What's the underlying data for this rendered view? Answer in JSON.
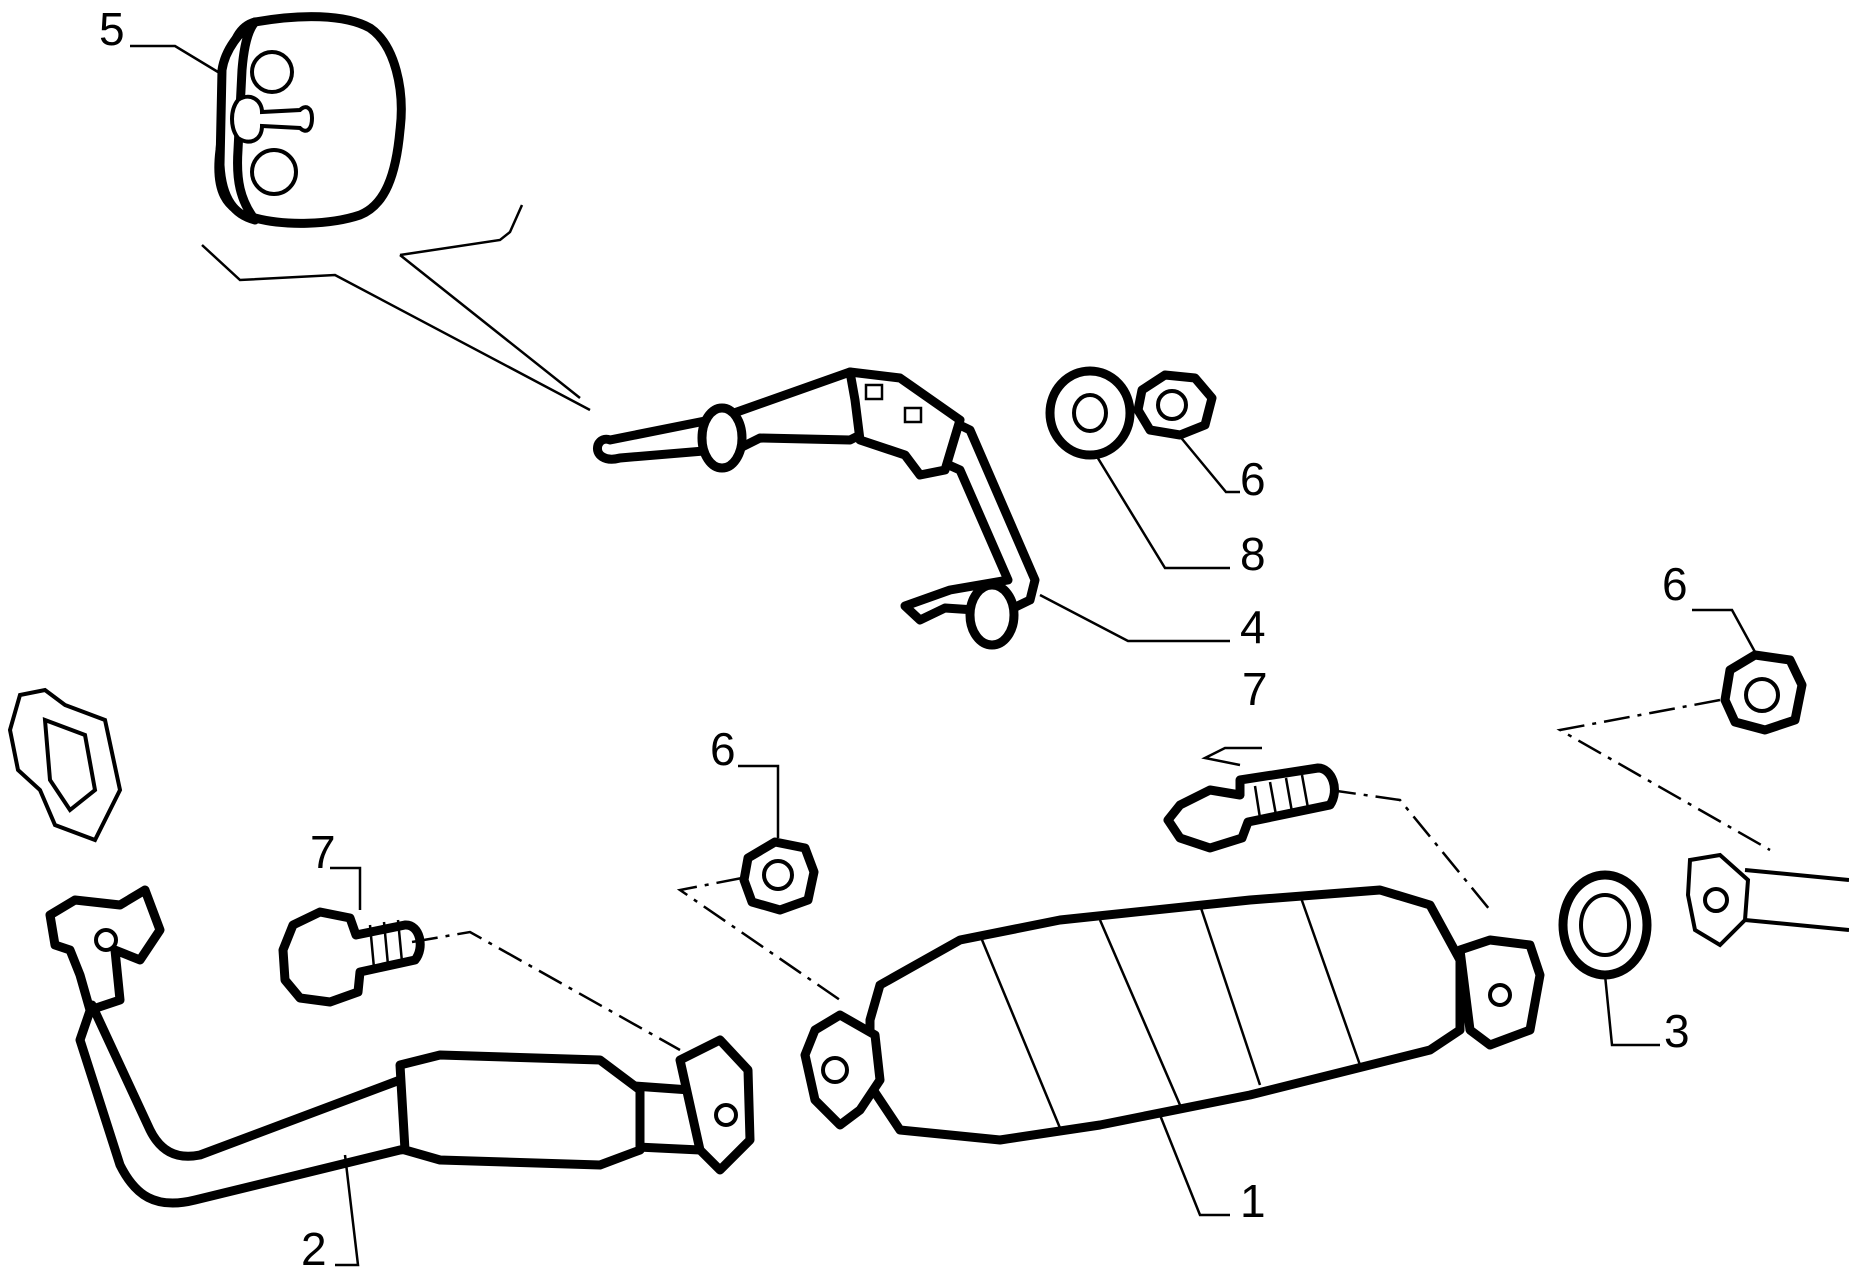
{
  "diagram": {
    "callouts": [
      {
        "id": "1",
        "text": "1"
      },
      {
        "id": "2",
        "text": "2"
      },
      {
        "id": "3",
        "text": "3"
      },
      {
        "id": "4",
        "text": "4"
      },
      {
        "id": "5",
        "text": "5"
      },
      {
        "id": "6a",
        "text": "6"
      },
      {
        "id": "6b",
        "text": "6"
      },
      {
        "id": "6c",
        "text": "6"
      },
      {
        "id": "7a",
        "text": "7"
      },
      {
        "id": "7b",
        "text": "7"
      },
      {
        "id": "8",
        "text": "8"
      }
    ]
  }
}
